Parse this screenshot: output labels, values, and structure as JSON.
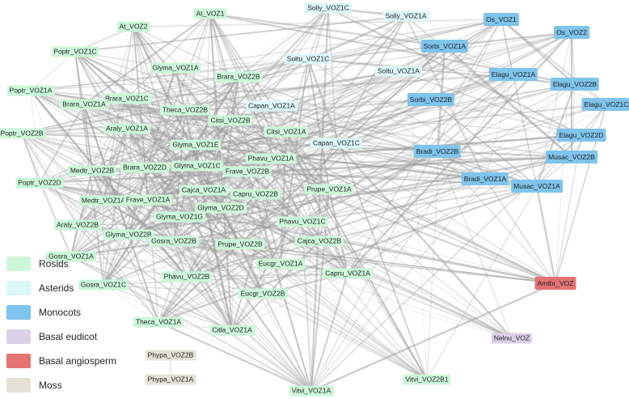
{
  "groups": [
    {
      "key": "Rosids",
      "label": "Rosids",
      "color": "#ccf7d9"
    },
    {
      "key": "Asterids",
      "label": "Asterids",
      "color": "#dbf7f9"
    },
    {
      "key": "Monocots",
      "label": "Monocots",
      "color": "#7ec4ec"
    },
    {
      "key": "Basal_eudicot",
      "label": "Basal eudicot",
      "color": "#dcd0e9"
    },
    {
      "key": "Basal_angiosperm",
      "label": "Basal angiosperm",
      "color": "#e57373"
    },
    {
      "key": "Moss",
      "label": "Moss",
      "color": "#e5e1d6"
    }
  ],
  "nodes": [
    {
      "id": "At_VOZ1",
      "label": "At_VOZ1",
      "group": "Rosids"
    },
    {
      "id": "At_VOZ2",
      "label": "At_VOZ2",
      "group": "Rosids"
    },
    {
      "id": "Solly_VOZ1C",
      "label": "Solly_VOZ1C",
      "group": "Asterids"
    },
    {
      "id": "Solly_VOZ1A",
      "label": "Solly_VOZ1A",
      "group": "Asterids"
    },
    {
      "id": "Os_VOZ1",
      "label": "Os_VOZ1",
      "group": "Monocots"
    },
    {
      "id": "Os_VOZ2",
      "label": "Os_VOZ2",
      "group": "Monocots"
    },
    {
      "id": "Poptr_VOZ1C",
      "label": "Poptr_VOZ1C",
      "group": "Rosids"
    },
    {
      "id": "Sorbi_VOZ1A",
      "label": "Sorbi_VOZ1A",
      "group": "Monocots"
    },
    {
      "id": "Soltu_VOZ1C",
      "label": "Soltu_VOZ1C",
      "group": "Asterids"
    },
    {
      "id": "Glyma_VOZ1A",
      "label": "Glyma_VOZ1A",
      "group": "Rosids"
    },
    {
      "id": "Soltu_VOZ1A",
      "label": "Soltu_VOZ1A",
      "group": "Asterids"
    },
    {
      "id": "Elagu_VOZ1A",
      "label": "Elagu_VOZ1A",
      "group": "Monocots"
    },
    {
      "id": "Brara_VOZ2B",
      "label": "Brara_VOZ2B",
      "group": "Rosids"
    },
    {
      "id": "Elagu_VOZ2B",
      "label": "Elagu_VOZ2B",
      "group": "Monocots"
    },
    {
      "id": "Poptr_VOZ1A",
      "label": "Poptr_VOZ1A",
      "group": "Rosids"
    },
    {
      "id": "Brara_VOZ1C",
      "label": "Brara_VOZ1C",
      "group": "Rosids"
    },
    {
      "id": "Sorbi_VOZ2B",
      "label": "Sorbi_VOZ2B",
      "group": "Monocots"
    },
    {
      "id": "Elagu_VOZ1C",
      "label": "Elagu_VOZ1C",
      "group": "Monocots"
    },
    {
      "id": "Brara_VOZ1A",
      "label": "Brara_VOZ1A",
      "group": "Rosids"
    },
    {
      "id": "Capan_VOZ1A",
      "label": "Capan_VOZ1A",
      "group": "Asterids"
    },
    {
      "id": "Theca_VOZ2B",
      "label": "Theca_VOZ2B",
      "group": "Rosids"
    },
    {
      "id": "Citsi_VOZ2B",
      "label": "Citsi_VOZ2B",
      "group": "Rosids"
    },
    {
      "id": "Araly_VOZ1A",
      "label": "Araly_VOZ1A",
      "group": "Rosids"
    },
    {
      "id": "Citsi_VOZ1A",
      "label": "Citsi_VOZ1A",
      "group": "Rosids"
    },
    {
      "id": "Poptr_VOZ2B",
      "label": "Poptr_VOZ2B",
      "group": "Rosids"
    },
    {
      "id": "Elagu_VOZ2D",
      "label": "Elagu_VOZ2D",
      "group": "Monocots"
    },
    {
      "id": "Capan_VOZ1C",
      "label": "Capan_VOZ1C",
      "group": "Asterids"
    },
    {
      "id": "Glyma_VOZ1E",
      "label": "Glyma_VOZ1E",
      "group": "Rosids"
    },
    {
      "id": "Bradi_VOZ2B",
      "label": "Bradi_VOZ2B",
      "group": "Monocots"
    },
    {
      "id": "Phavu_VOZ1A",
      "label": "Phavu_VOZ1A",
      "group": "Rosids"
    },
    {
      "id": "Musac_VOZ2B",
      "label": "Musac_VOZ2B",
      "group": "Monocots"
    },
    {
      "id": "Glyma_VOZ1C",
      "label": "Glyma_VOZ1C",
      "group": "Rosids"
    },
    {
      "id": "Medtr_VOZ2B",
      "label": "Medtr_VOZ2B",
      "group": "Rosids"
    },
    {
      "id": "Brara_VOZ2D",
      "label": "Brara_VOZ2D",
      "group": "Rosids"
    },
    {
      "id": "Frave_VOZ2B",
      "label": "Frave_VOZ2B",
      "group": "Rosids"
    },
    {
      "id": "Poptr_VOZ2D",
      "label": "Poptr_VOZ2D",
      "group": "Rosids"
    },
    {
      "id": "Bradi_VOZ1A",
      "label": "Bradi_VOZ1A",
      "group": "Monocots"
    },
    {
      "id": "Musac_VOZ1A",
      "label": "Musac_VOZ1A",
      "group": "Monocots"
    },
    {
      "id": "Cajca_VOZ1A",
      "label": "Cajca_VOZ1A",
      "group": "Rosids"
    },
    {
      "id": "Prupe_VOZ1A",
      "label": "Prupe_VOZ1A",
      "group": "Rosids"
    },
    {
      "id": "Medtr_VOZ1A",
      "label": "Medtr_VOZ1A",
      "group": "Rosids"
    },
    {
      "id": "Frave_VOZ1A",
      "label": "Frave_VOZ1A",
      "group": "Rosids"
    },
    {
      "id": "Capru_VOZ2B",
      "label": "Capru_VOZ2B",
      "group": "Rosids"
    },
    {
      "id": "Glyma_VOZ2D",
      "label": "Glyma_VOZ2D",
      "group": "Rosids"
    },
    {
      "id": "Araly_VOZ2B",
      "label": "Araly_VOZ2B",
      "group": "Rosids"
    },
    {
      "id": "Glyma_VOZ1G",
      "label": "Glyma_VOZ1G",
      "group": "Rosids"
    },
    {
      "id": "Phavu_VOZ1C",
      "label": "Phavu_VOZ1C",
      "group": "Rosids"
    },
    {
      "id": "Glyma_VOZ2B",
      "label": "Glyma_VOZ2B",
      "group": "Rosids"
    },
    {
      "id": "Gosra_VOZ2B",
      "label": "Gosra_VOZ2B",
      "group": "Rosids"
    },
    {
      "id": "Cajca_VOZ2B",
      "label": "Cajca_VOZ2B",
      "group": "Rosids"
    },
    {
      "id": "Prupe_VOZ2B",
      "label": "Prupe_VOZ2B",
      "group": "Rosids"
    },
    {
      "id": "Gosra_VOZ1A",
      "label": "Gosra_VOZ1A",
      "group": "Rosids"
    },
    {
      "id": "Eucgr_VOZ1A",
      "label": "Eucgr_VOZ1A",
      "group": "Rosids"
    },
    {
      "id": "Capru_VOZ1A",
      "label": "Capru_VOZ1A",
      "group": "Rosids"
    },
    {
      "id": "Phavu_VOZ2B",
      "label": "Phavu_VOZ2B",
      "group": "Rosids"
    },
    {
      "id": "Gosra_VOZ1C",
      "label": "Gosra_VOZ1C",
      "group": "Rosids"
    },
    {
      "id": "Amtbr_VOZ",
      "label": "Amtbr_VOZ",
      "group": "Basal_angiosperm"
    },
    {
      "id": "Eucgr_VOZ2B",
      "label": "Eucgr_VOZ2B",
      "group": "Rosids"
    },
    {
      "id": "Theca_VOZ1A",
      "label": "Theca_VOZ1A",
      "group": "Rosids"
    },
    {
      "id": "Citla_VOZ1A",
      "label": "Citla_VOZ1A",
      "group": "Rosids"
    },
    {
      "id": "Nelnu_VOZ",
      "label": "Nelnu_VOZ",
      "group": "Basal_eudicot"
    },
    {
      "id": "Phypa_VOZ2B",
      "label": "Phypa_VOZ2B",
      "group": "Moss"
    },
    {
      "id": "Phypa_VOZ1A",
      "label": "Phypa_VOZ1A",
      "group": "Moss"
    },
    {
      "id": "Vitvi_VOZ2B1",
      "label": "Vitvi_VOZ2B1",
      "group": "Rosids"
    },
    {
      "id": "Vitvi_VOZ1A",
      "label": "Vitvi_VOZ1A",
      "group": "Rosids"
    }
  ],
  "edge_style": {
    "color": "#9a9a9a"
  }
}
